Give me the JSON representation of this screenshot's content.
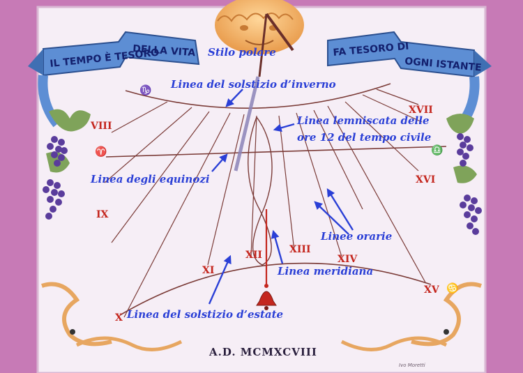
{
  "banner": {
    "left_part1": "IL TEMPO È TESORO",
    "left_part2": "DELLA VITA",
    "right_part1": "FA TESORO DI",
    "right_part2": "OGNI ISTANTE"
  },
  "labels": {
    "stilo": "Stilo polare",
    "inverno": "Linea del solstizio d’inverno",
    "lemniscata_1": "Linea lemniscata delle",
    "lemniscata_2": "ore 12 del tempo civile",
    "equinozi": "Linea degli equinozi",
    "orarie": "Linee orarie",
    "meridiana": "Linea meridiana",
    "estate": "Linea del solstizio d’estate"
  },
  "hours": {
    "viii": "VIII",
    "ix": "IX",
    "x": "X",
    "xi": "XI",
    "xii": "XII",
    "xiii": "XIII",
    "xiv": "XIV",
    "xv": "XV",
    "xvi": "XVI",
    "xvii": "XVII"
  },
  "signs": {
    "capricorn": "♑",
    "aries": "♈",
    "libra": "♎",
    "cancer": "♋"
  },
  "date": "A.D. MCMXCVIII",
  "signature": "Ivo Moretti",
  "colors": {
    "wall": "#c77ab6",
    "dial": "#f6eef6",
    "label_blue": "#2a3fd6",
    "roman_red": "#c4261e",
    "banner_blue": "#5d8ed4",
    "sun": "#f0b060"
  }
}
